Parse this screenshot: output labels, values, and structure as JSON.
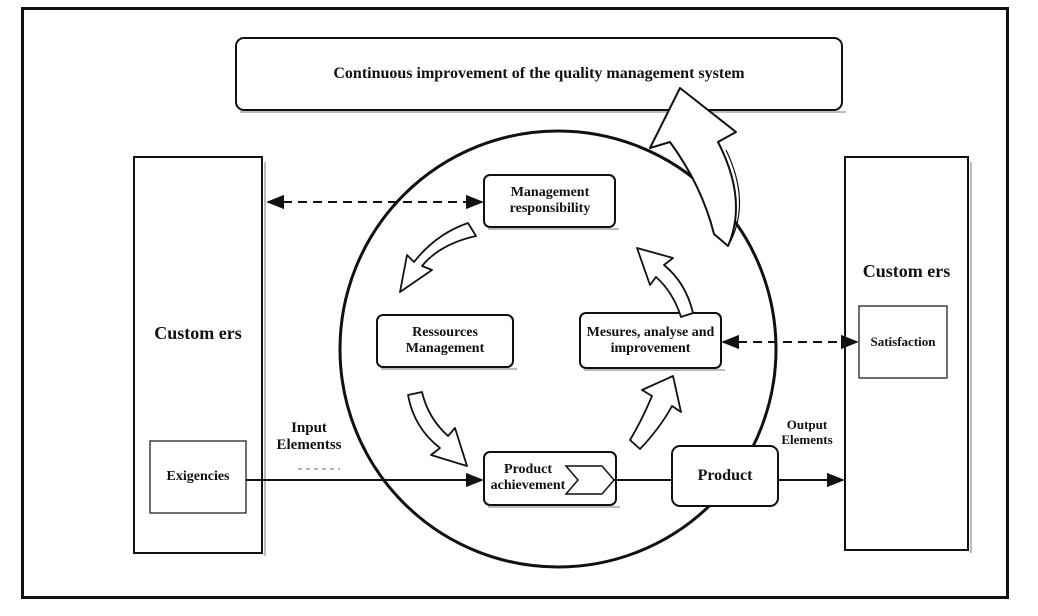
{
  "diagram": {
    "title_box": "Continuous improvement of the quality management system",
    "left_panel": {
      "title": "Custom ers",
      "sub_box": "Exigencies"
    },
    "right_panel": {
      "title": "Custom ers",
      "sub_box": "Satisfaction"
    },
    "nodes": {
      "management": "Management responsibility",
      "resources": "Ressources Management",
      "measures": "Mesures, analyse and improvement",
      "product_achievement": "Product achievement",
      "product": "Product"
    },
    "labels": {
      "input": "Input Elementss",
      "output": "Output Elements"
    }
  }
}
